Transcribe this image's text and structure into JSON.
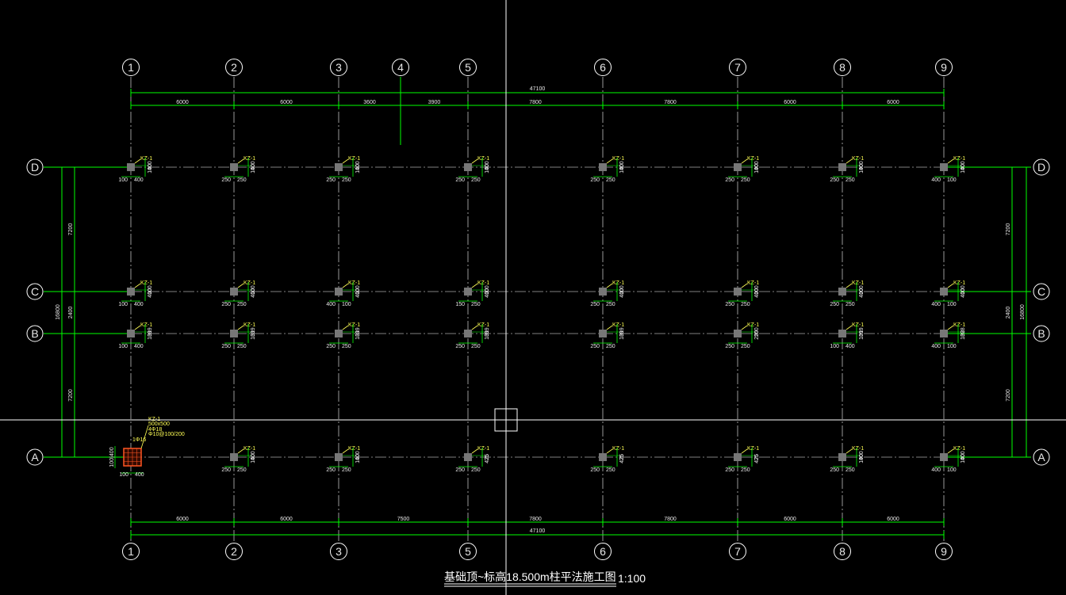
{
  "drawing": {
    "title": "基础顶~标高18.500m柱平法施工图",
    "scale": "1:100",
    "colors": {
      "background": "#000000",
      "grid_line": "#ffffff",
      "dimension": "#00ff00",
      "column": "#777777",
      "label": "#ffff55",
      "detail_column": "#ff5522",
      "text": "#e8e8e8",
      "crosshair": "#ffffff"
    }
  },
  "axes": {
    "numbered": [
      {
        "label": "1",
        "bottom": true
      },
      {
        "label": "2",
        "bottom": true
      },
      {
        "label": "3",
        "bottom": true
      },
      {
        "label": "4",
        "bottom": false
      },
      {
        "label": "5",
        "bottom": true
      },
      {
        "label": "6",
        "bottom": true
      },
      {
        "label": "7",
        "bottom": true
      },
      {
        "label": "8",
        "bottom": true
      },
      {
        "label": "9",
        "bottom": true
      }
    ],
    "lettered": [
      "D",
      "C",
      "B",
      "A"
    ]
  },
  "dimensions": {
    "top_overall": "47100",
    "top_segments": [
      "6000",
      "6000",
      "3600",
      "3900",
      "7800",
      "7800",
      "6000",
      "6000"
    ],
    "bottom_overall": "47100",
    "bottom_segments": [
      "6000",
      "6000",
      "7500",
      "7800",
      "7800",
      "6000",
      "6000"
    ],
    "left_overall": "16800",
    "left_segments": [
      "7200",
      "2400",
      "7200"
    ],
    "right_overall": "16800",
    "right_segments": [
      "7200",
      "2400",
      "7200"
    ]
  },
  "columns": {
    "label": "KZ-1",
    "rows": [
      {
        "row": "D",
        "left": [
          "100",
          "250",
          "250",
          "250",
          "250",
          "250",
          "250",
          "400"
        ],
        "right": [
          "400",
          "250",
          "250",
          "250",
          "250",
          "250",
          "250",
          "100"
        ],
        "v1": [
          "100",
          "100",
          "100",
          "100",
          "100",
          "100",
          "100",
          "100"
        ],
        "v2": [
          "400",
          "400",
          "400",
          "400",
          "400",
          "400",
          "400",
          "400"
        ]
      },
      {
        "row": "C",
        "left": [
          "100",
          "250",
          "400",
          "150",
          "250",
          "250",
          "250",
          "400"
        ],
        "right": [
          "400",
          "250",
          "100",
          "250",
          "250",
          "250",
          "250",
          "100"
        ],
        "v1": [
          "400",
          "400",
          "400",
          "400",
          "400",
          "400",
          "400",
          "400"
        ],
        "v2": [
          "100",
          "100",
          "100",
          "100",
          "100",
          "100",
          "100",
          "100"
        ]
      },
      {
        "row": "B",
        "left": [
          "100",
          "250",
          "250",
          "250",
          "250",
          "250",
          "100",
          "400"
        ],
        "right": [
          "400",
          "250",
          "250",
          "250",
          "250",
          "250",
          "400",
          "100"
        ],
        "v1": [
          "101",
          "101",
          "101",
          "101",
          "101",
          "250",
          "101",
          "102"
        ],
        "v2": [
          "399",
          "399",
          "399",
          "399",
          "399",
          "250",
          "399",
          "398"
        ]
      },
      {
        "row": "A",
        "left": [
          "",
          "250",
          "250",
          "250",
          "250",
          "250",
          "250",
          "400"
        ],
        "right": [
          "",
          "250",
          "250",
          "250",
          "250",
          "250",
          "250",
          "100"
        ],
        "v1": [
          "",
          "100",
          "100",
          "475",
          "475",
          "475",
          "100",
          "100"
        ],
        "v2": [
          "",
          "400",
          "400",
          "25",
          "25",
          "25",
          "400",
          "400"
        ]
      }
    ]
  },
  "detail": {
    "name": "KZ-1",
    "size": "500x500",
    "rebar_main": "4Φ18",
    "stirrup": "Φ10@100/200",
    "side_bar": "1Φ16",
    "dim_left": "100",
    "dim_right": "400",
    "dim_v": "100|400"
  }
}
